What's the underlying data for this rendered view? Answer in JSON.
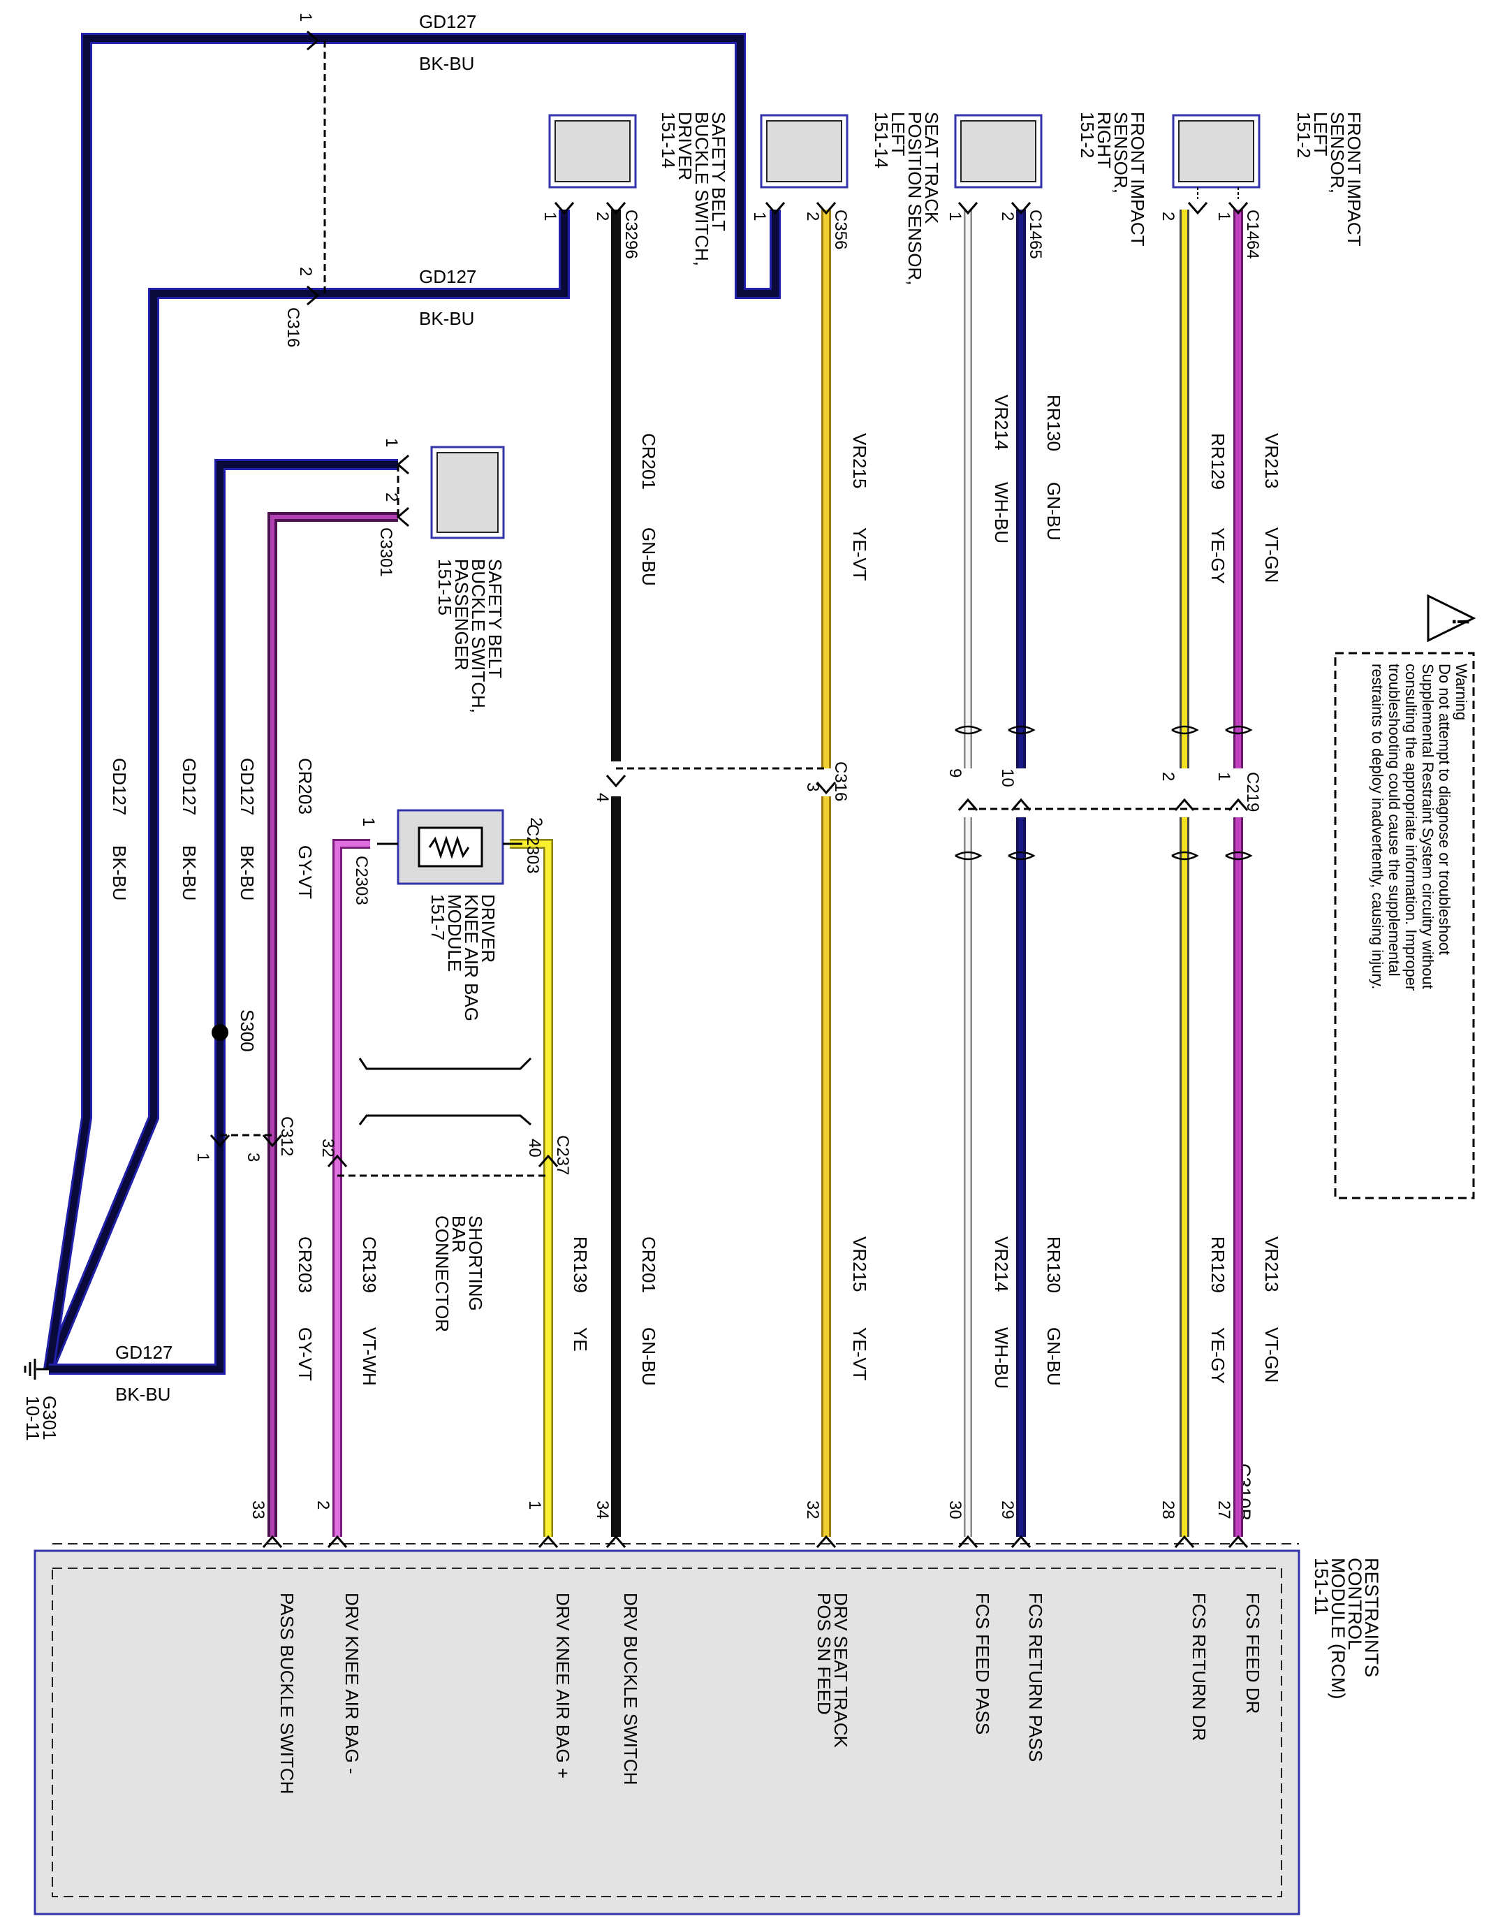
{
  "colors": {
    "bk_bu": "#0a0a3a",
    "bk_bu_edge": "#2222aa",
    "gn_bu": "#111111",
    "gn_bu_edge": "#1a1a99",
    "ye": "#f2e61a",
    "ye_vt": "#e8c820",
    "wh_bu": "#c8c8c8",
    "vt_gn": "#b030b0",
    "vt_wh": "#d050d0",
    "gy_vt": "#b040b0",
    "module_fill": "#e0e0e0",
    "module_border": "#3333aa"
  },
  "warning": {
    "line1": "Warning",
    "line2": "Do not attempt to diagnose or troubleshoot",
    "line3": "Supplemental Restraint System circuitry without",
    "line4": "consulting the appropriate information. Improper",
    "line5": "troubleshooting could cause the supplemental",
    "line6": "restraints to deploy inadvertently, causing injury."
  },
  "components": {
    "front_left": {
      "line1": "FRONT IMPACT",
      "line2": "SENSOR,",
      "line3": "LEFT",
      "line4": "151-2",
      "connector": "C1464"
    },
    "front_right": {
      "line1": "FRONT IMPACT",
      "line2": "SENSOR,",
      "line3": "RIGHT",
      "line4": "151-2",
      "connector": "C1465"
    },
    "seat_track": {
      "line1": "SEAT TRACK",
      "line2": "POSITION SENSOR,",
      "line3": "LEFT",
      "line4": "151-14",
      "connector": "C356"
    },
    "belt_driver": {
      "line1": "SAFETY BELT",
      "line2": "BUCKLE SWITCH,",
      "line3": "DRIVER",
      "line4": "151-14",
      "connector": "C3296"
    },
    "belt_pass": {
      "line1": "SAFETY BELT",
      "line2": "BUCKLE SWITCH,",
      "line3": "PASSENGER",
      "line4": "151-15",
      "connector": "C3301"
    },
    "knee": {
      "line1": "DRIVER",
      "line2": "KNEE AIR BAG",
      "line3": "MODULE",
      "line4": "151-7",
      "connector": "C2303"
    },
    "shorting": {
      "line1": "SHORTING",
      "line2": "BAR",
      "line3": "CONNECTOR"
    },
    "rcm": {
      "line1": "RESTRAINTS",
      "line2": "CONTROL",
      "line3": "MODULE (RCM)",
      "line4": "151-11",
      "connector": "C310B"
    },
    "ground": {
      "name": "G301",
      "page": "10-11"
    },
    "splice": "S300"
  },
  "connectors": {
    "c316": "C316",
    "c219": "C219",
    "c237": "C237",
    "c312": "C312"
  },
  "pins": {
    "p1": "1",
    "p2": "2",
    "p3": "3",
    "p4": "4",
    "p9": "9",
    "p10": "10",
    "p27": "27",
    "p28": "28",
    "p29": "29",
    "p30": "30",
    "p32": "32",
    "p33": "33",
    "p34": "34",
    "p40": "40"
  },
  "wires": {
    "vr213": "VR213",
    "vt_gn": "VT-GN",
    "rr129": "RR129",
    "ye_gy": "YE-GY",
    "rr130": "RR130",
    "gn_bu": "GN-BU",
    "vr214": "VR214",
    "wh_bu": "WH-BU",
    "vr215": "VR215",
    "ye_vt": "YE-VT",
    "cr201": "CR201",
    "rr139": "RR139",
    "ye": "YE",
    "cr139": "CR139",
    "vt_wh": "VT-WH",
    "cr203": "CR203",
    "gy_vt": "GY-VT",
    "gd127": "GD127",
    "bk_bu": "BK-BU"
  },
  "rcm_pins": {
    "fcs_feed_dr": "FCS FEED DR",
    "fcs_return_dr": "FCS RETURN DR",
    "fcs_return_pass": "FCS RETURN PASS",
    "fcs_feed_pass": "FCS FEED PASS",
    "drv_seat_1": "DRV SEAT TRACK",
    "drv_seat_2": "POS SN FEED",
    "drv_buckle": "DRV BUCKLE SWITCH",
    "knee_plus": "DRV KNEE AIR BAG +",
    "knee_minus": "DRV KNEE AIR BAG -",
    "pass_buckle": "PASS BUCKLE SWITCH"
  }
}
